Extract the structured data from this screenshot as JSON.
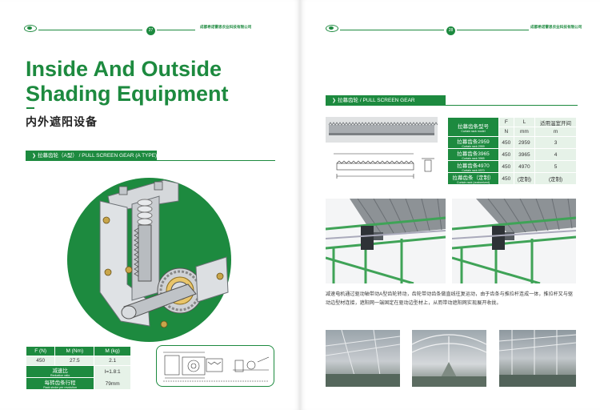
{
  "header": {
    "left_page_number": "27",
    "right_page_number": "28",
    "company_left": "成都希诺雷思农业科技有限公司",
    "company_right": "成都希诺雷思农业科技有限公司"
  },
  "left": {
    "title_line1": "Inside And Outside",
    "title_line2": "Shading Equipment",
    "title_cn": "内外遮阳设备",
    "section": {
      "cn": "拉幕齿轮（A型）",
      "sep": " / ",
      "en": "PULL SCREEN GEAR (A TYPE)"
    },
    "spec_table": {
      "headers": [
        "F (N)",
        "M (Nm)",
        "M (kg)"
      ],
      "values": [
        "450",
        "27.5",
        "2.1"
      ],
      "ratio_label": "减速比",
      "ratio_label_en": "Reduction ratio",
      "ratio_value": "I=1.8:1",
      "stroke_label": "每转齿条行程",
      "stroke_label_en": "Rack stroke per revolution",
      "stroke_value": "79mm"
    }
  },
  "right": {
    "section": {
      "cn": "拉幕齿轮",
      "sep": " / ",
      "en": "PULL SCREEN GEAR"
    },
    "rack_table": {
      "col_model": "拉幕齿条型号",
      "col_model_en": "Curtain rack model",
      "col_f": "F",
      "col_l": "L",
      "col_span": "适用温室开间",
      "unit_f": "N",
      "unit_l": "mm",
      "unit_span": "m",
      "rows": [
        {
          "model": "拉幕齿条2959",
          "model_en": "Curtain rack 2959",
          "f": "450",
          "l": "2959",
          "span": "3"
        },
        {
          "model": "拉幕齿条3965",
          "model_en": "Curtain rack 3965",
          "f": "450",
          "l": "3965",
          "span": "4"
        },
        {
          "model": "拉幕齿条4970",
          "model_en": "Curtain rack 4970",
          "f": "450",
          "l": "4970",
          "span": "5"
        },
        {
          "model": "拉幕齿条（定制）",
          "model_en": "Curtain rack (customized)",
          "f": "450",
          "l": "(定制)",
          "span": "(定制)"
        }
      ]
    },
    "description": "减速电机通过驱动轴带动A型齿轮转动，齿轮带动齿条做直线往复运动，由于齿条与推拉杆连成一体，推拉杆又与驱动边型材连接，遮阳网一端固定在驱动边型材上，从而带动遮阳网实现展开收拢。"
  },
  "colors": {
    "brand_green": "#1d8a3f",
    "light_green": "#e6f2e8",
    "page": "#ffffff",
    "gutter": "#ebebeb"
  },
  "icons": [
    "logo-icon",
    "arrow-icon",
    "gear-assembly-illustration",
    "technical-drawing",
    "rack-gear-image",
    "greenhouse-photo"
  ]
}
